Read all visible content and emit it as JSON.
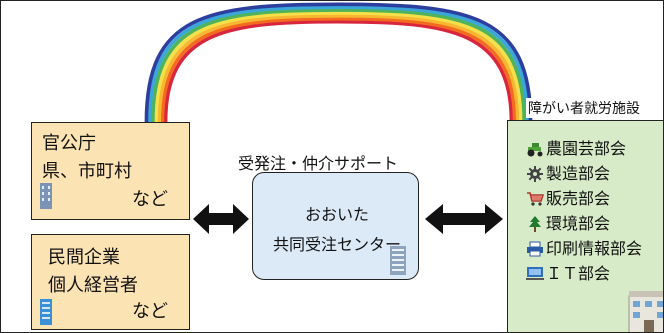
{
  "government": {
    "lines": [
      "官公庁",
      "県、市町村",
      "など"
    ],
    "icon": "office-building-icon"
  },
  "private": {
    "lines": [
      "民間企業",
      "個人経営者",
      "など"
    ],
    "icon": "office-building-icon"
  },
  "center": {
    "caption": "受発注・仲介サポート",
    "line1": "おおいた",
    "line2": "共同受注センター",
    "icon": "office-building-icon"
  },
  "facilities": {
    "label": "障がい者就労施設",
    "sections": [
      {
        "label": "農園芸部会",
        "icon": "tractor-icon"
      },
      {
        "label": "製造部会",
        "icon": "gear-icon"
      },
      {
        "label": "販売部会",
        "icon": "shopping-cart-icon"
      },
      {
        "label": "環境部会",
        "icon": "tree-icon"
      },
      {
        "label": "印刷情報部会",
        "icon": "printer-icon"
      },
      {
        "label": "ＩＴ部会",
        "icon": "computer-icon"
      }
    ],
    "icon": "facility-building-icon"
  },
  "colors": {
    "source_box": "#fbe3b4",
    "center_box": "#dce9f7",
    "facility_box": "#d8ebc8",
    "arrow": "#111111",
    "rainbow": [
      "#d7263d",
      "#f46a1f",
      "#f7b731",
      "#f5e04a",
      "#4fb35b",
      "#3aa6d9",
      "#2c3e9e"
    ]
  }
}
